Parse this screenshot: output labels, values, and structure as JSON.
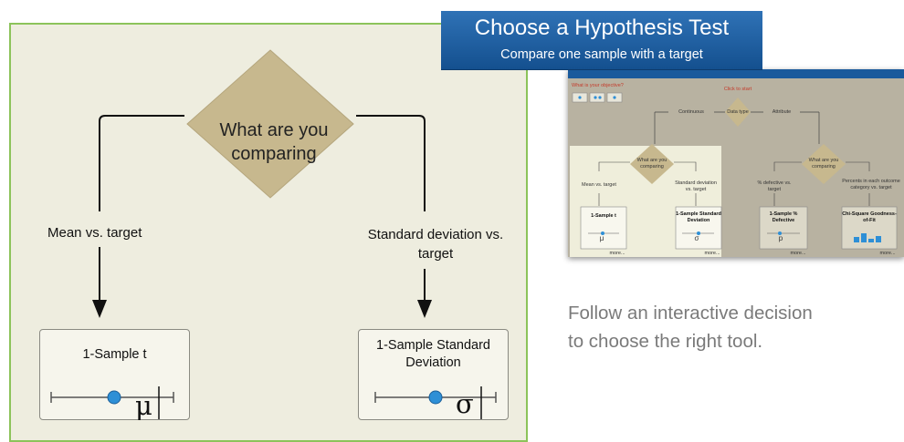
{
  "banner": {
    "title": "Choose a Hypothesis Test",
    "subtitle": "Compare one sample with a target"
  },
  "flowchart": {
    "question": "What are you comparing",
    "branches": [
      {
        "label": "Mean vs. target",
        "tool": "1-Sample t",
        "symbol": "μ"
      },
      {
        "label": "Standard deviation vs. target",
        "tool": "1-Sample Standard Deviation",
        "symbol": "σ"
      }
    ]
  },
  "thumbnail": {
    "objective_prompt": "What is your objective?",
    "click_to_start": "Click to start",
    "data_type": "Data type",
    "continuous": "Continuous",
    "attribute": "Attribute",
    "left_question": "What are you comparing",
    "right_question": "What are you comparing",
    "mean_vs_target": "Mean vs. target",
    "sd_vs_target": "Standard deviation vs. target",
    "pct_defective_vs_target": "% defective vs. target",
    "pct_category_vs_target": "Percents in each outcome category vs. target",
    "tool_1_sample_t": "1-Sample t",
    "tool_1_sample_sd": "1-Sample Standard Deviation",
    "tool_1_sample_pct_defective": "1-Sample % Defective",
    "tool_chi_square": "Chi-Square Goodness-of-Fit",
    "more": "more...",
    "sym_mu": "μ",
    "sym_sigma": "σ",
    "sym_p": "p"
  },
  "description": {
    "line1": "Follow an interactive decision",
    "line2": "to choose the right tool."
  },
  "colors": {
    "panel_bg": "#eeeddf",
    "panel_border": "#8cc35a",
    "diamond": "#c7b88e",
    "banner": "#2066ad",
    "dot": "#2e8fd6",
    "desc_text": "#7a7a7a"
  }
}
